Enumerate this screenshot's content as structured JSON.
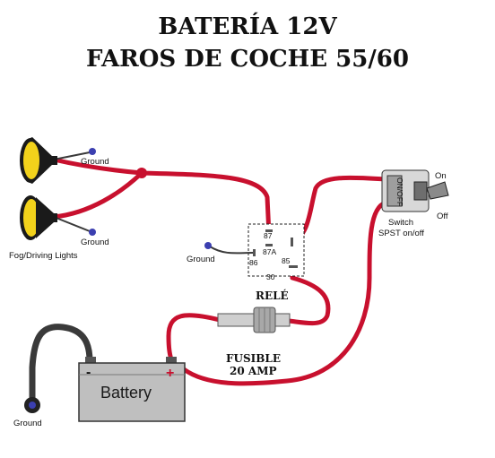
{
  "title": {
    "line1": "BATERÍA 12V",
    "line2": "FAROS DE COCHE 55/60"
  },
  "lights": {
    "ground_top": "Ground",
    "ground_bottom": "Ground",
    "caption": "Fog/Driving Lights"
  },
  "relay": {
    "label": "RELÉ",
    "ground": "Ground",
    "pin_87": "87",
    "pin_87a": "87A",
    "pin_86": "86",
    "pin_85": "85",
    "pin_30": "30"
  },
  "switch": {
    "on": "On",
    "off": "Off",
    "marking": "ON/OFF",
    "label_line1": "Switch",
    "label_line2": "SPST on/off"
  },
  "fuse": {
    "label_line1": "FUSIBLE",
    "label_line2": "20 AMP"
  },
  "battery": {
    "label": "Battery",
    "minus": "-",
    "plus": "+",
    "ground": "Ground"
  },
  "colors": {
    "wire": "#c8102e",
    "ground_wire": "#3a3a3a",
    "lamp": "#f2d21b",
    "terminal": "#3b3fb0",
    "battery_body": "#bfbfbf"
  }
}
